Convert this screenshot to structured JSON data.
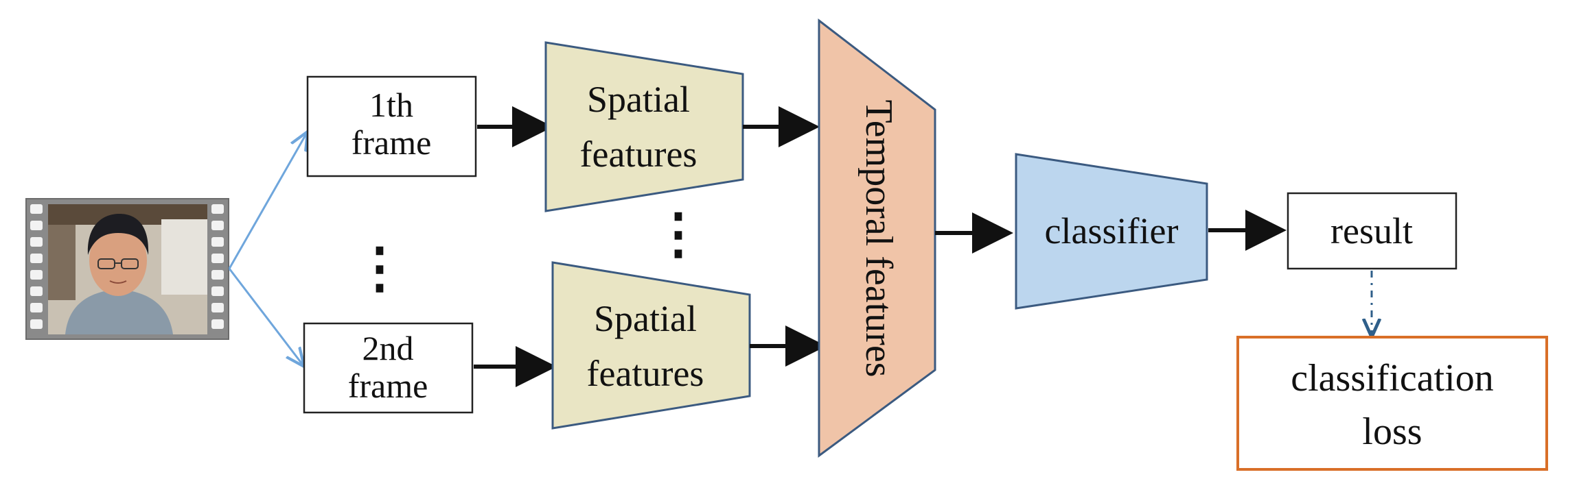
{
  "frames": {
    "first": [
      "1th",
      "frame"
    ],
    "second": [
      "2nd",
      "frame"
    ],
    "ellipsis": "⋮"
  },
  "spatial": {
    "top": [
      "Spatial",
      "features"
    ],
    "bottom": [
      "Spatial",
      "features"
    ],
    "ellipsis": "⋮"
  },
  "temporal": {
    "label": "Temporal features"
  },
  "classifier": {
    "label": "classifier"
  },
  "result": {
    "label": "result"
  },
  "loss": {
    "label": [
      "classification",
      "loss"
    ]
  },
  "colors": {
    "spatial_fill": "#e9e5c4",
    "spatial_stroke": "#3b5a80",
    "temporal_fill": "#f0c4a8",
    "temporal_stroke": "#3b5a80",
    "classifier_fill": "#bcd6ee",
    "classifier_stroke": "#3b5a80",
    "loss_border": "#d96f28",
    "split_arrow": "#6fa6dc",
    "dashed_arrow": "#2f5f8a",
    "arrow": "#111111"
  },
  "video": {
    "icon": "video-clip-icon"
  }
}
